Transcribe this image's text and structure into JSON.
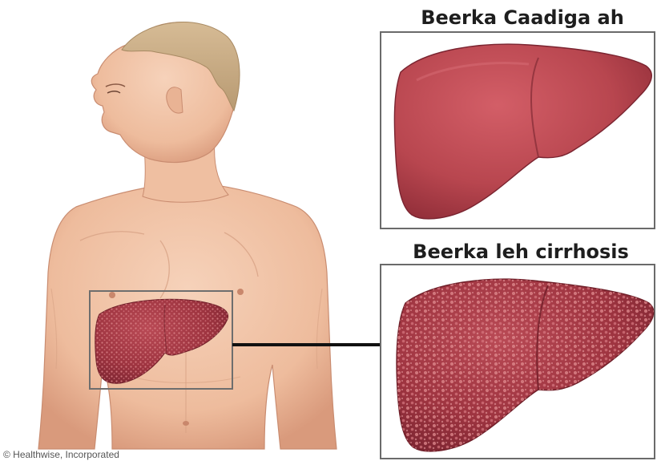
{
  "labels": {
    "healthy_liver": "Beerka Caadiga ah",
    "cirrhotic_liver": "Beerka leh cirrhosis"
  },
  "credit": "© Healthwise, Incorporated",
  "colors": {
    "skin": "#f1c7ab",
    "skin_shadow": "#dca184",
    "hair": "#c9ad88",
    "liver_healthy": "#b8464f",
    "liver_cirrhotic": "#9e3440",
    "frame": "#6a6a6a",
    "connector": "#111111"
  }
}
